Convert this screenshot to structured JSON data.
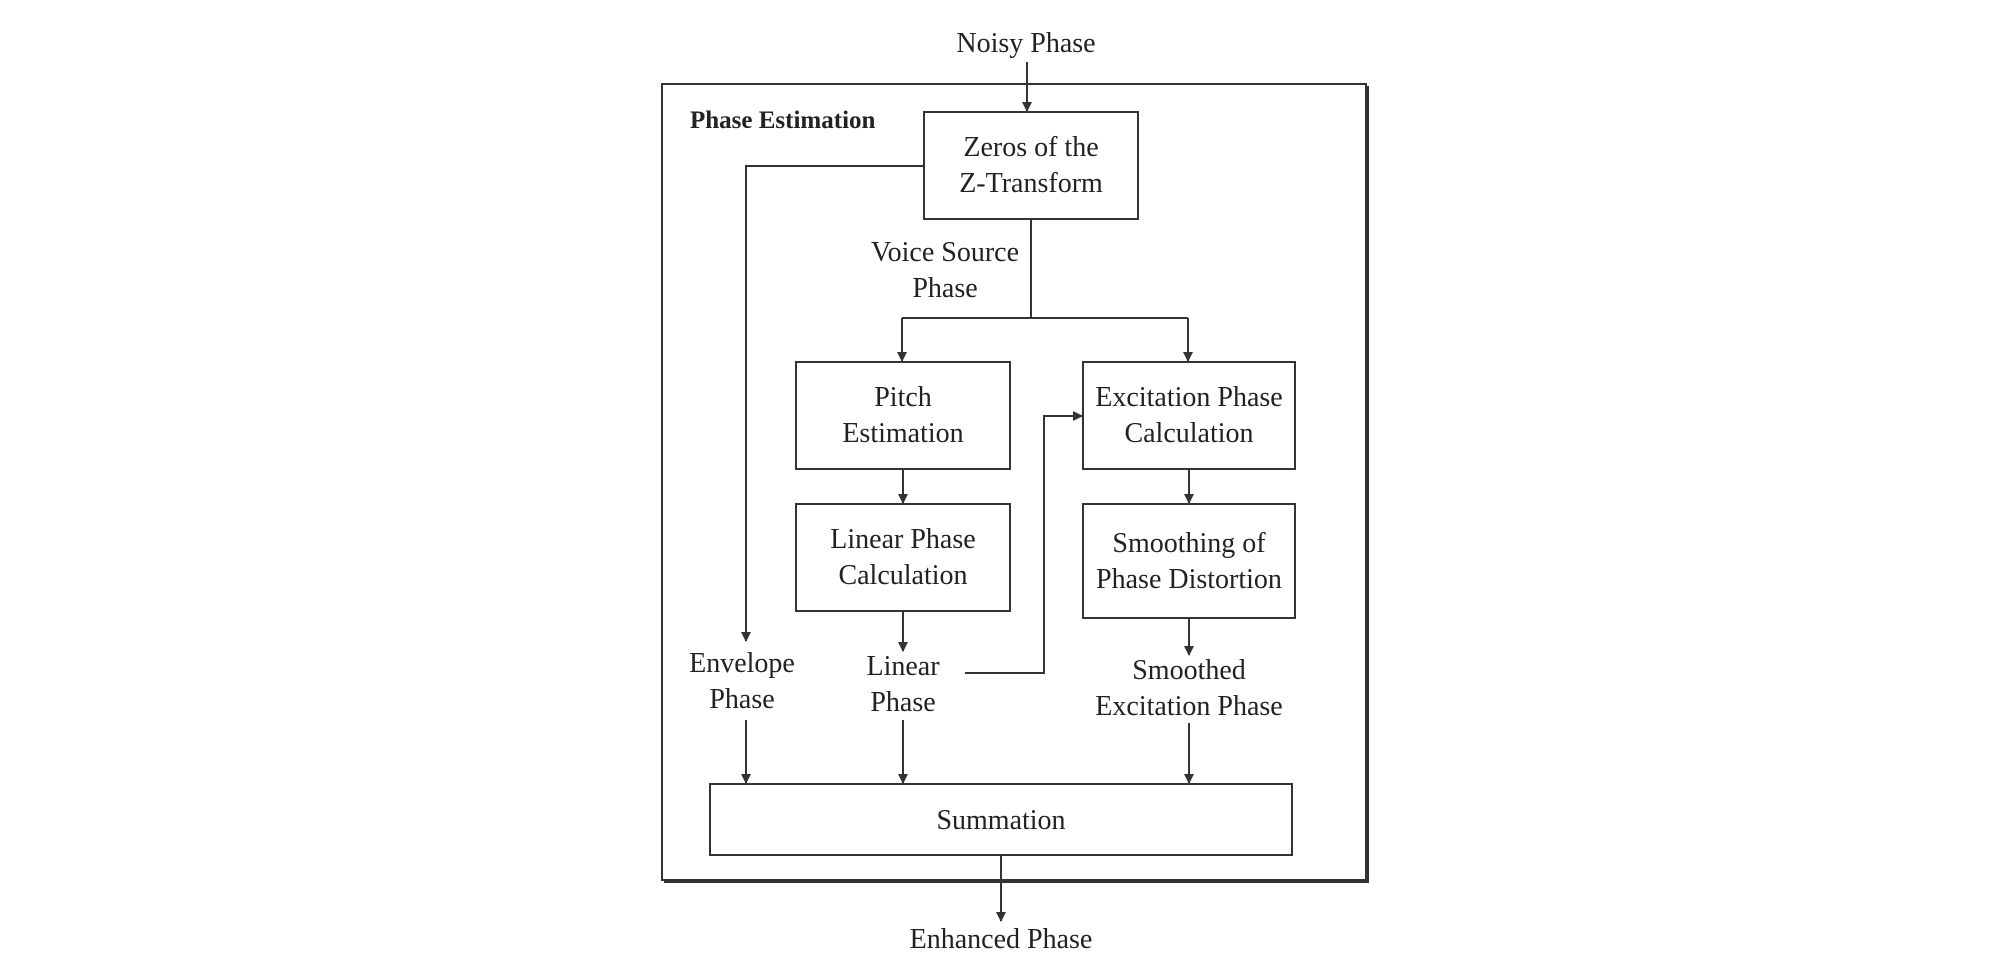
{
  "labels": {
    "input": "Noisy Phase",
    "frame_title": "Phase Estimation",
    "voice_source_phase": [
      "Voice Source",
      "Phase"
    ],
    "envelope_phase": [
      "Envelope",
      "Phase"
    ],
    "linear_phase": [
      "Linear",
      "Phase"
    ],
    "smoothed_excitation_phase": [
      "Smoothed",
      "Excitation Phase"
    ],
    "output": "Enhanced Phase"
  },
  "boxes": {
    "zeros": [
      "Zeros of the",
      "Z-Transform"
    ],
    "pitch": [
      "Pitch",
      "Estimation"
    ],
    "linear_calc": [
      "Linear Phase",
      "Calculation"
    ],
    "excitation": [
      "Excitation Phase",
      "Calculation"
    ],
    "smoothing": [
      "Smoothing of",
      "Phase Distortion"
    ],
    "summation": "Summation"
  }
}
